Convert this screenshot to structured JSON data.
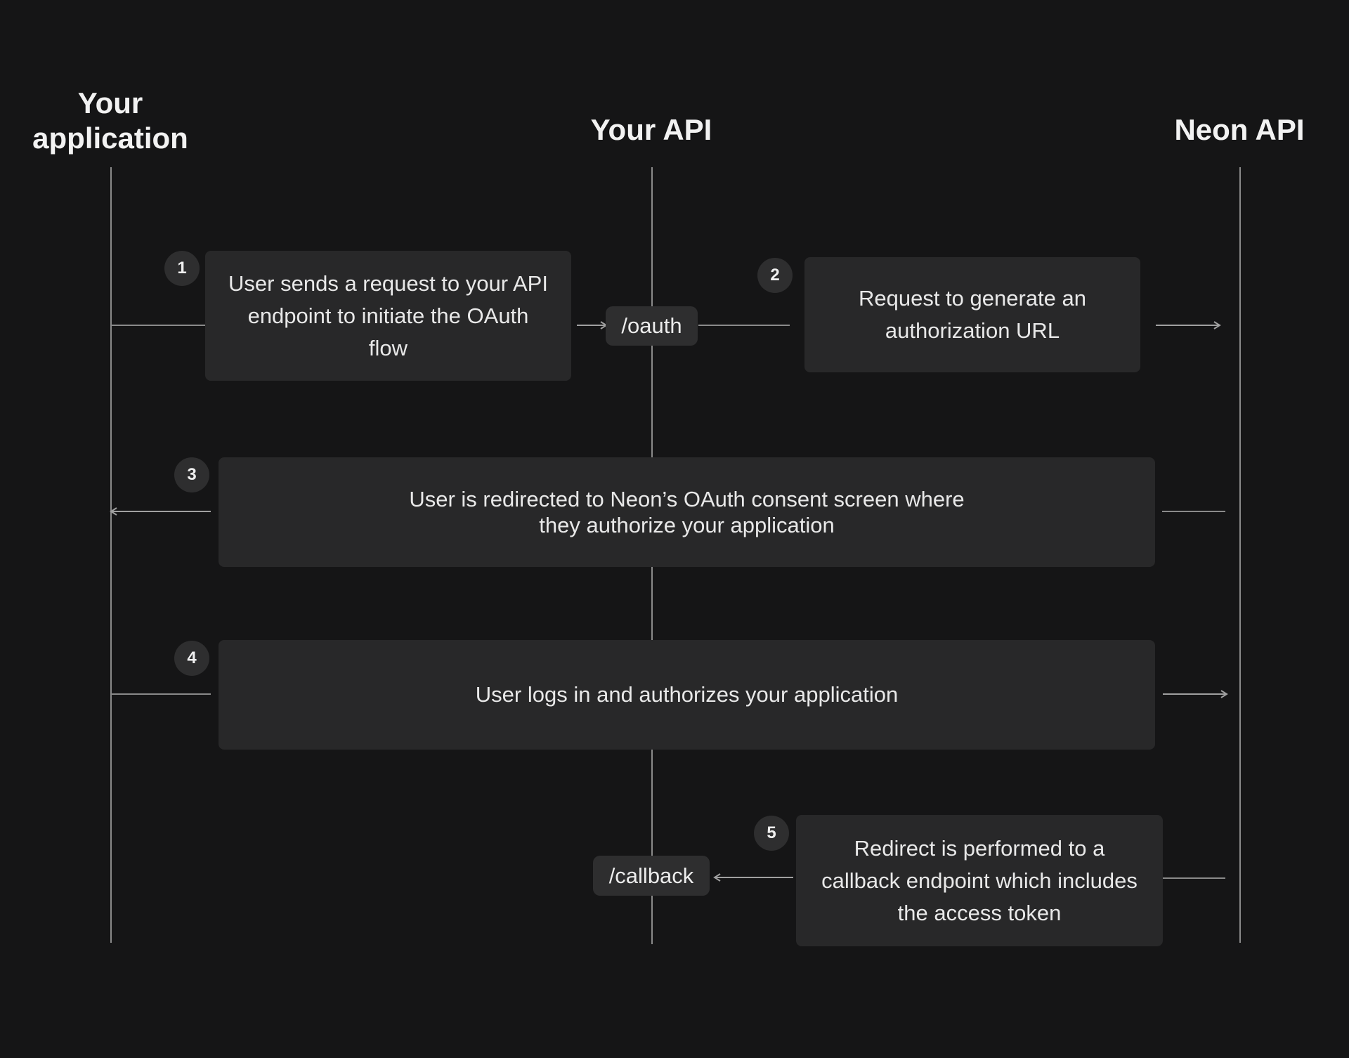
{
  "lanes": {
    "app": "Your\napplication",
    "api": "Your API",
    "neon": "Neon API"
  },
  "endpoints": {
    "oauth": "/oauth",
    "callback": "/callback"
  },
  "steps": [
    {
      "number": "1",
      "text": "User sends a request to your API endpoint to initiate the OAuth flow"
    },
    {
      "number": "2",
      "text": "Request to generate an authorization URL"
    },
    {
      "number": "3",
      "text": "User is redirected to Neon’s OAuth consent screen where they authorize your application"
    },
    {
      "number": "4",
      "text": "User logs in and authorizes your application"
    },
    {
      "number": "5",
      "text": "Redirect is performed to a callback endpoint which includes the access token"
    }
  ]
}
